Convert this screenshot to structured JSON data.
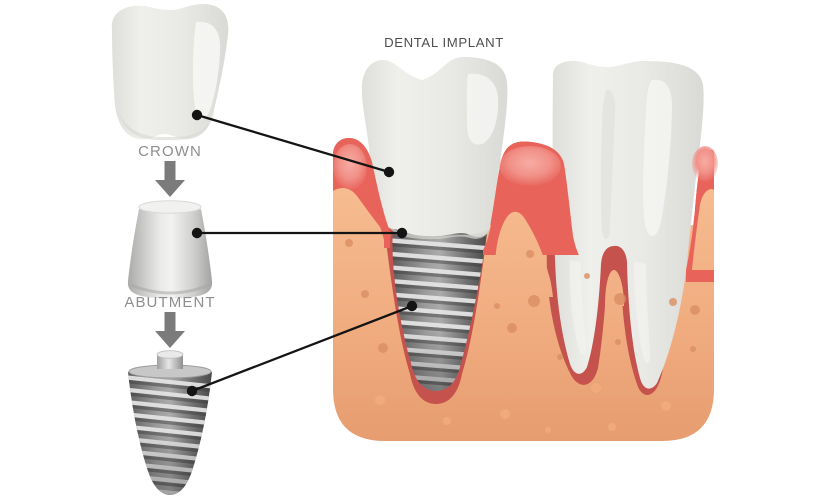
{
  "labels": {
    "title": "DENTAL IMPLANT",
    "crown": "CROWN",
    "abutment": "ABUTMENT"
  },
  "callouts": [
    {
      "component": "crown",
      "points_to": "implant crown in gum"
    },
    {
      "component": "abutment",
      "points_to": "junction of crown and screw"
    },
    {
      "component": "implant screw",
      "points_to": "screw embedded in jawbone"
    }
  ],
  "colors": {
    "background": "#FFFFFF",
    "gum": "#E8645B",
    "gum_dark": "#C5524C",
    "gum_highlight": "#F5A59D",
    "bone_light": "#F6BC90",
    "bone_dark": "#E69C6F",
    "freckle_dark": "#DB8F63",
    "freckle_light": "#F2AC7E",
    "tooth_light": "#F2F2F0",
    "tooth_shadow": "#D8D8D4",
    "metal_light": "#DFDFDF",
    "metal_dark": "#4F4F4F",
    "label_gray": "#8E8E8E",
    "title_gray": "#4F4F4F",
    "arrow_gray": "#7B7B7B",
    "callout": "#141414"
  }
}
